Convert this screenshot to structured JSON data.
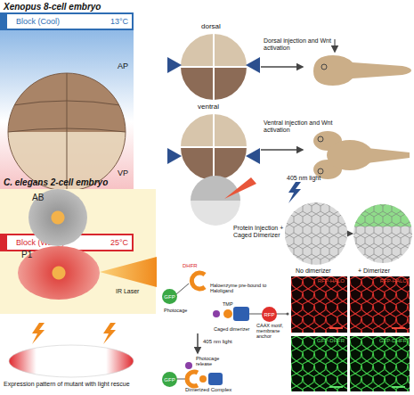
{
  "diagram": {
    "nodes": [
      {
        "text": [
          "Block (Cool)",
          "13°C"
        ]
      },
      {
        "text": [
          "Block (Warm)",
          "25°C"
        ]
      },
      {
        "text": [
          "AB"
        ]
      },
      {
        "text": [
          "P1"
        ]
      },
      {
        "text": [
          "RFP-HALO"
        ]
      },
      {
        "text": [
          "RFP-HALO"
        ]
      },
      {
        "text": [
          "GFP-DHFR"
        ]
      },
      {
        "text": [
          "GFP-DHFR"
        ]
      },
      {
        "text": [
          "GFP"
        ]
      },
      {
        "text": [
          "RFP"
        ]
      },
      {
        "text": [
          "GFP"
        ]
      }
    ],
    "labels": [
      "Xenopus 8-cell embryo",
      "AP",
      "VP",
      "dorsal",
      "ventral",
      "Dorsal injection and Wnt activation",
      "Ventral injection and Wnt activation",
      "C. elegans 2-cell embryo",
      "IR Laser",
      "Expression pattern of mutant with light rescue",
      "Protein Injection + Caged Dimerizer",
      "405 nm light",
      "DHFR",
      "Photocage",
      "TMP",
      "Haloenzyme pre-bound to Haloligand",
      "Caged dimerizer",
      "CAAX motif, membrane anchor",
      "405 nm light",
      "Photocage release",
      "Dimerized Complex",
      "No dimerizer",
      "+ Dimerizer"
    ]
  }
}
